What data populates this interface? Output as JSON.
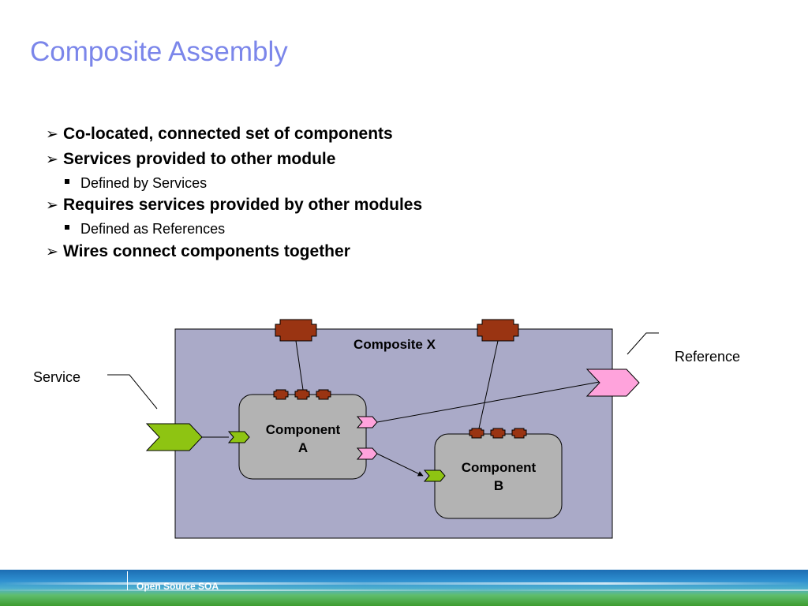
{
  "slide": {
    "title": "Composite Assembly",
    "footer_text": "Open Source SOA"
  },
  "bullets": [
    {
      "text": "Co-located, connected set of components",
      "subs": []
    },
    {
      "text": "Services provided to other module",
      "subs": [
        "Defined by Services"
      ]
    },
    {
      "text": "Requires services provided by other modules",
      "subs": [
        "Defined as References"
      ]
    },
    {
      "text": "Wires connect components together",
      "subs": []
    }
  ],
  "diagram": {
    "composite_label": "Composite X",
    "component_a_line1": "Component",
    "component_a_line2": "A",
    "component_b_line1": "Component",
    "component_b_line2": "B",
    "service_label": "Service",
    "reference_label": "Reference",
    "colors": {
      "composite_fill": "#aaaac8",
      "component_fill": "#b3b3b3",
      "service_green": "#8ec412",
      "reference_pink": "#ffa3dc",
      "property_brown": "#9a3412",
      "title_blue": "#7b86ea"
    }
  }
}
